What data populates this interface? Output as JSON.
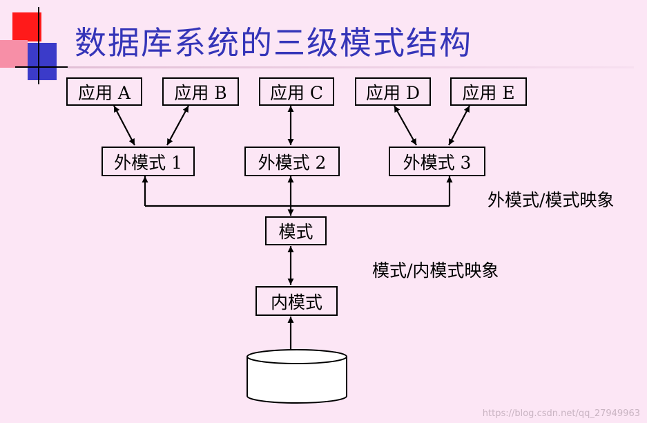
{
  "title": "数据库系统的三级模式结构",
  "apps": [
    "应用 A",
    "应用 B",
    "应用 C",
    "应用 D",
    "应用 E"
  ],
  "external_schemas": [
    "外模式 1",
    "外模式 2",
    "外模式 3"
  ],
  "schema": "模式",
  "internal_schema": "内模式",
  "mappings": {
    "external_to_schema": "外模式/模式映象",
    "schema_to_internal": "模式/内模式映象"
  },
  "watermark": "https://blog.csdn.net/qq_27949963"
}
